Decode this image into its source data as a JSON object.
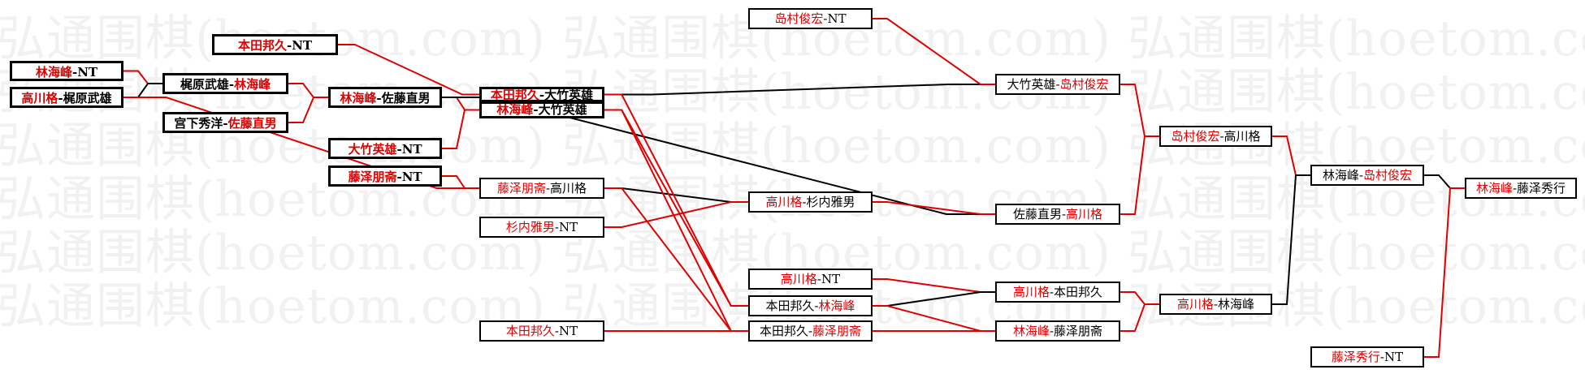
{
  "watermark": {
    "text": "弘通围棋(hoetom.com) 弘通围棋(hoetom.com) 弘通围棋(hoetom.com) 弘通围棋(hoetom.com)"
  },
  "colors": {
    "winner": "#e00000",
    "loser": "#000000",
    "line_black": "#000000",
    "line_red": "#e00000",
    "watermark": "#f1f1f1"
  },
  "boxes": [
    {
      "id": "b1",
      "a": "林海峰",
      "b": "NT",
      "win": "a",
      "bold": true
    },
    {
      "id": "b2",
      "a": "高川格",
      "b": "梶原武雄",
      "win": "a",
      "bold": true
    },
    {
      "id": "b3",
      "a": "本田邦久",
      "b": "NT",
      "win": "a",
      "bold": true
    },
    {
      "id": "b4",
      "a": "梶原武雄",
      "b": "林海峰",
      "win": "b",
      "bold": true
    },
    {
      "id": "b5",
      "a": "宫下秀洋",
      "b": "佐藤直男",
      "win": "b",
      "bold": true
    },
    {
      "id": "b6",
      "a": "林海峰",
      "b": "佐藤直男",
      "win": "a",
      "bold": true
    },
    {
      "id": "b7",
      "a": "大竹英雄",
      "b": "NT",
      "win": "a",
      "bold": true
    },
    {
      "id": "b8",
      "a": "藤泽朋斋",
      "b": "NT",
      "win": "a",
      "bold": true
    },
    {
      "id": "b9",
      "a": "本田邦久",
      "b": "大竹英雄",
      "win": "a",
      "bold": true
    },
    {
      "id": "b10",
      "a": "林海峰",
      "b": "大竹英雄",
      "win": "a",
      "bold": true
    },
    {
      "id": "b11",
      "a": "藤泽朋斋",
      "b": "高川格",
      "win": "a",
      "bold": false
    },
    {
      "id": "b12",
      "a": "杉内雅男",
      "b": "NT",
      "win": "a",
      "bold": false
    },
    {
      "id": "b13",
      "a": "本田邦久",
      "b": "NT",
      "win": "a",
      "bold": false
    },
    {
      "id": "b14",
      "a": "岛村俊宏",
      "b": "NT",
      "win": "a",
      "bold": false
    },
    {
      "id": "b15",
      "a": "高川格",
      "b": "杉内雅男",
      "win": "a",
      "bold": false
    },
    {
      "id": "b16",
      "a": "高川格",
      "b": "NT",
      "win": "a",
      "bold": false
    },
    {
      "id": "b17",
      "a": "本田邦久",
      "b": "林海峰",
      "win": "b",
      "bold": false
    },
    {
      "id": "b18",
      "a": "本田邦久",
      "b": "藤泽朋斋",
      "win": "b",
      "bold": false
    },
    {
      "id": "b19",
      "a": "大竹英雄",
      "b": "岛村俊宏",
      "win": "b",
      "bold": false
    },
    {
      "id": "b20",
      "a": "佐藤直男",
      "b": "高川格",
      "win": "b",
      "bold": false
    },
    {
      "id": "b21",
      "a": "高川格",
      "b": "本田邦久",
      "win": "a",
      "bold": false
    },
    {
      "id": "b22",
      "a": "林海峰",
      "b": "藤泽朋斋",
      "win": "a",
      "bold": false
    },
    {
      "id": "b23",
      "a": "岛村俊宏",
      "b": "高川格",
      "win": "a",
      "bold": false
    },
    {
      "id": "b24",
      "a": "高川格",
      "b": "林海峰",
      "win": "a",
      "bold": false
    },
    {
      "id": "b25",
      "a": "林海峰",
      "b": "岛村俊宏",
      "win": "b",
      "bold": false
    },
    {
      "id": "b26",
      "a": "藤泽秀行",
      "b": "NT",
      "win": "a",
      "bold": false
    },
    {
      "id": "b27",
      "a": "林海峰",
      "b": "藤泽秀行",
      "win": "a",
      "bold": false
    }
  ],
  "connectors": [
    {
      "from": "b1",
      "to": "b4",
      "color": "red"
    },
    {
      "from": "b2",
      "to": "b4",
      "color": "black"
    },
    {
      "from": "b4",
      "to": "b6",
      "color": "red"
    },
    {
      "from": "b5",
      "to": "b6",
      "color": "red"
    },
    {
      "from": "b3",
      "to": "b9",
      "color": "red"
    },
    {
      "from": "b6",
      "to": "b10",
      "color": "red"
    },
    {
      "from": "b7",
      "to": "b10",
      "color": "red"
    },
    {
      "from": "b8",
      "to": "b11",
      "color": "red"
    },
    {
      "from": "b2",
      "to": "b11",
      "color": "red"
    },
    {
      "from": "b6",
      "to": "b20",
      "color": "black"
    },
    {
      "from": "b11",
      "to": "b15",
      "color": "black"
    },
    {
      "from": "b12",
      "to": "b15",
      "color": "red"
    },
    {
      "from": "b9",
      "to": "b19",
      "color": "black"
    },
    {
      "from": "b14",
      "to": "b19",
      "color": "red"
    },
    {
      "from": "b15",
      "to": "b20",
      "color": "red"
    },
    {
      "from": "b9",
      "to": "b17",
      "color": "red"
    },
    {
      "from": "b10",
      "to": "b17",
      "color": "red"
    },
    {
      "from": "b10",
      "to": "b18",
      "color": "red"
    },
    {
      "from": "b11",
      "to": "b18",
      "color": "red"
    },
    {
      "from": "b13",
      "to": "b18",
      "color": "red"
    },
    {
      "from": "b16",
      "to": "b21",
      "color": "red"
    },
    {
      "from": "b17",
      "to": "b21",
      "color": "black"
    },
    {
      "from": "b17",
      "to": "b22",
      "color": "red"
    },
    {
      "from": "b18",
      "to": "b22",
      "color": "red"
    },
    {
      "from": "b19",
      "to": "b23",
      "color": "red"
    },
    {
      "from": "b20",
      "to": "b23",
      "color": "red"
    },
    {
      "from": "b21",
      "to": "b24",
      "color": "red"
    },
    {
      "from": "b22",
      "to": "b24",
      "color": "red"
    },
    {
      "from": "b23",
      "to": "b25",
      "color": "red"
    },
    {
      "from": "b24",
      "to": "b25",
      "color": "black"
    },
    {
      "from": "b25",
      "to": "b27",
      "color": "black"
    },
    {
      "from": "b26",
      "to": "b27",
      "color": "red"
    }
  ]
}
